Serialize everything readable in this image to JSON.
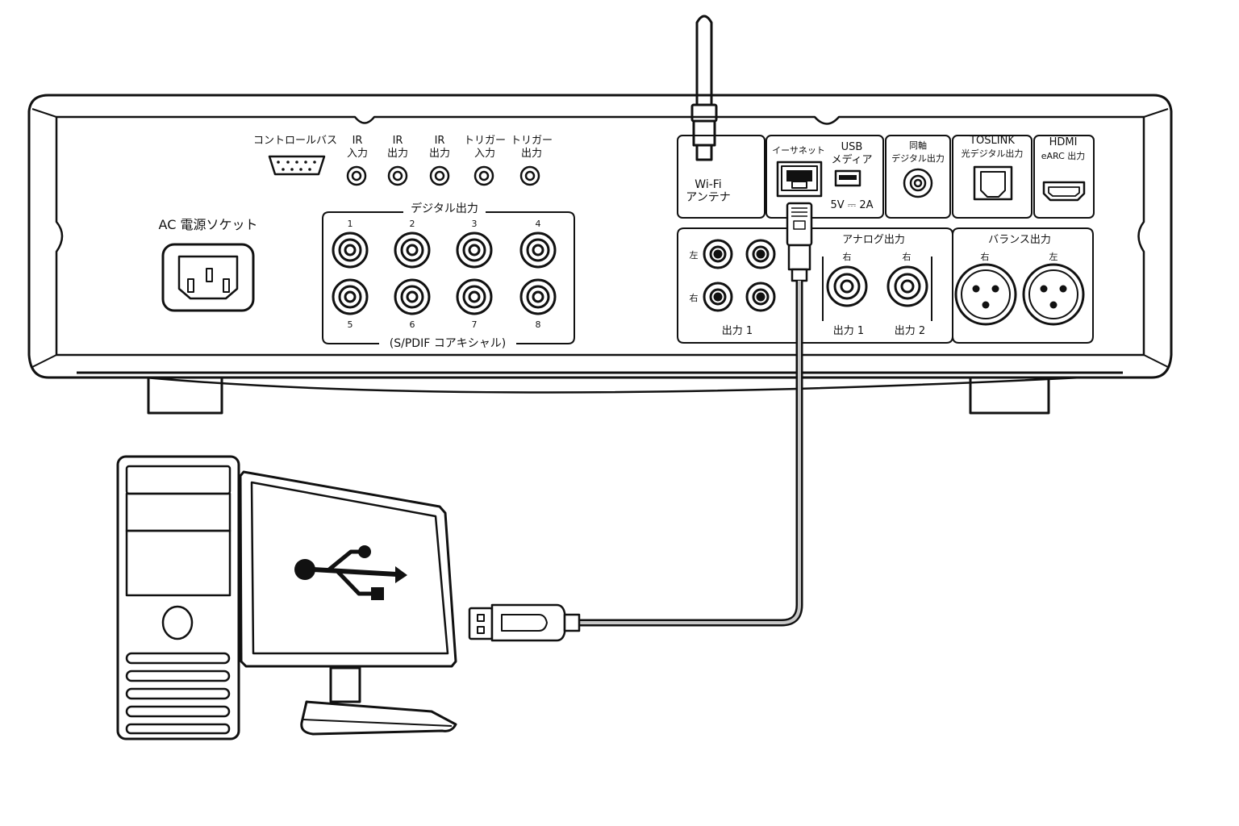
{
  "labels": {
    "control_bus": "コントロールバス",
    "ir": "IR",
    "input": "入力",
    "output": "出力",
    "trigger": "トリガー",
    "ac_socket": "AC 電源ソケット",
    "digital_output": "デジタル出力",
    "spdif": "(S/PDIF コアキシャル)",
    "wifi": "Wi-Fi",
    "antenna": "アンテナ",
    "ethernet": "イーサネット",
    "usb": "USB",
    "media": "メディア",
    "usb_power": "5V ⎓ 2A",
    "coaxial": "同軸",
    "coax_digital_out": "デジタル出力",
    "toslink": "TOSLINK",
    "optical_digital_out": "光デジタル出力",
    "hdmi": "HDMI",
    "earc_out": "eARC 出力",
    "analog_output": "アナログ出力",
    "balanced_output": "バランス出力",
    "left": "左",
    "right": "右",
    "output_1": "出力 1",
    "output_2": "出力 2"
  },
  "digital_ports": [
    "1",
    "2",
    "3",
    "4",
    "5",
    "6",
    "7",
    "8"
  ]
}
